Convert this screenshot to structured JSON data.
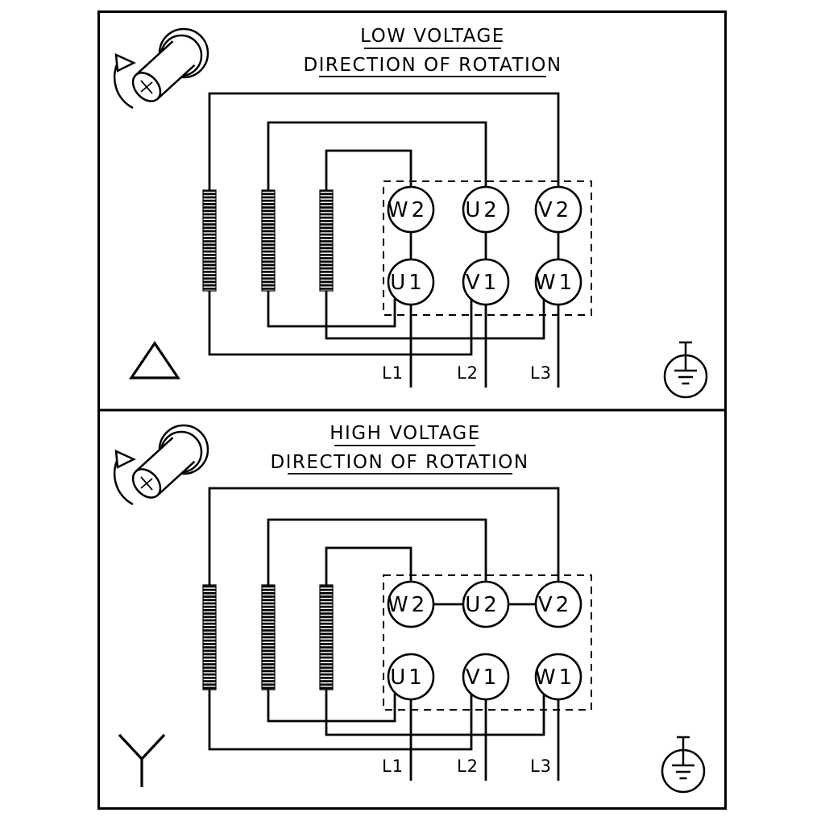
{
  "panels": [
    {
      "title": "LOW VOLTAGE",
      "subtitle": "DIRECTION OF ROTATION",
      "connection": "delta",
      "terminals_top": [
        "W2",
        "U2",
        "V2"
      ],
      "terminals_bottom": [
        "U1",
        "V1",
        "W1"
      ],
      "line_labels": [
        "L1",
        "L2",
        "L3"
      ]
    },
    {
      "title": "HIGH VOLTAGE",
      "subtitle": "DIRECTION OF ROTATION",
      "connection": "star",
      "terminals_top": [
        "W2",
        "U2",
        "V2"
      ],
      "terminals_bottom": [
        "U1",
        "V1",
        "W1"
      ],
      "line_labels": [
        "L1",
        "L2",
        "L3"
      ]
    }
  ],
  "icons": {
    "motor": "motor-shaft-rotation-icon",
    "ground": "earth-ground-icon",
    "delta": "delta-connection-symbol",
    "star": "star-connection-symbol"
  },
  "colors": {
    "stroke": "#000000",
    "background": "#ffffff"
  }
}
